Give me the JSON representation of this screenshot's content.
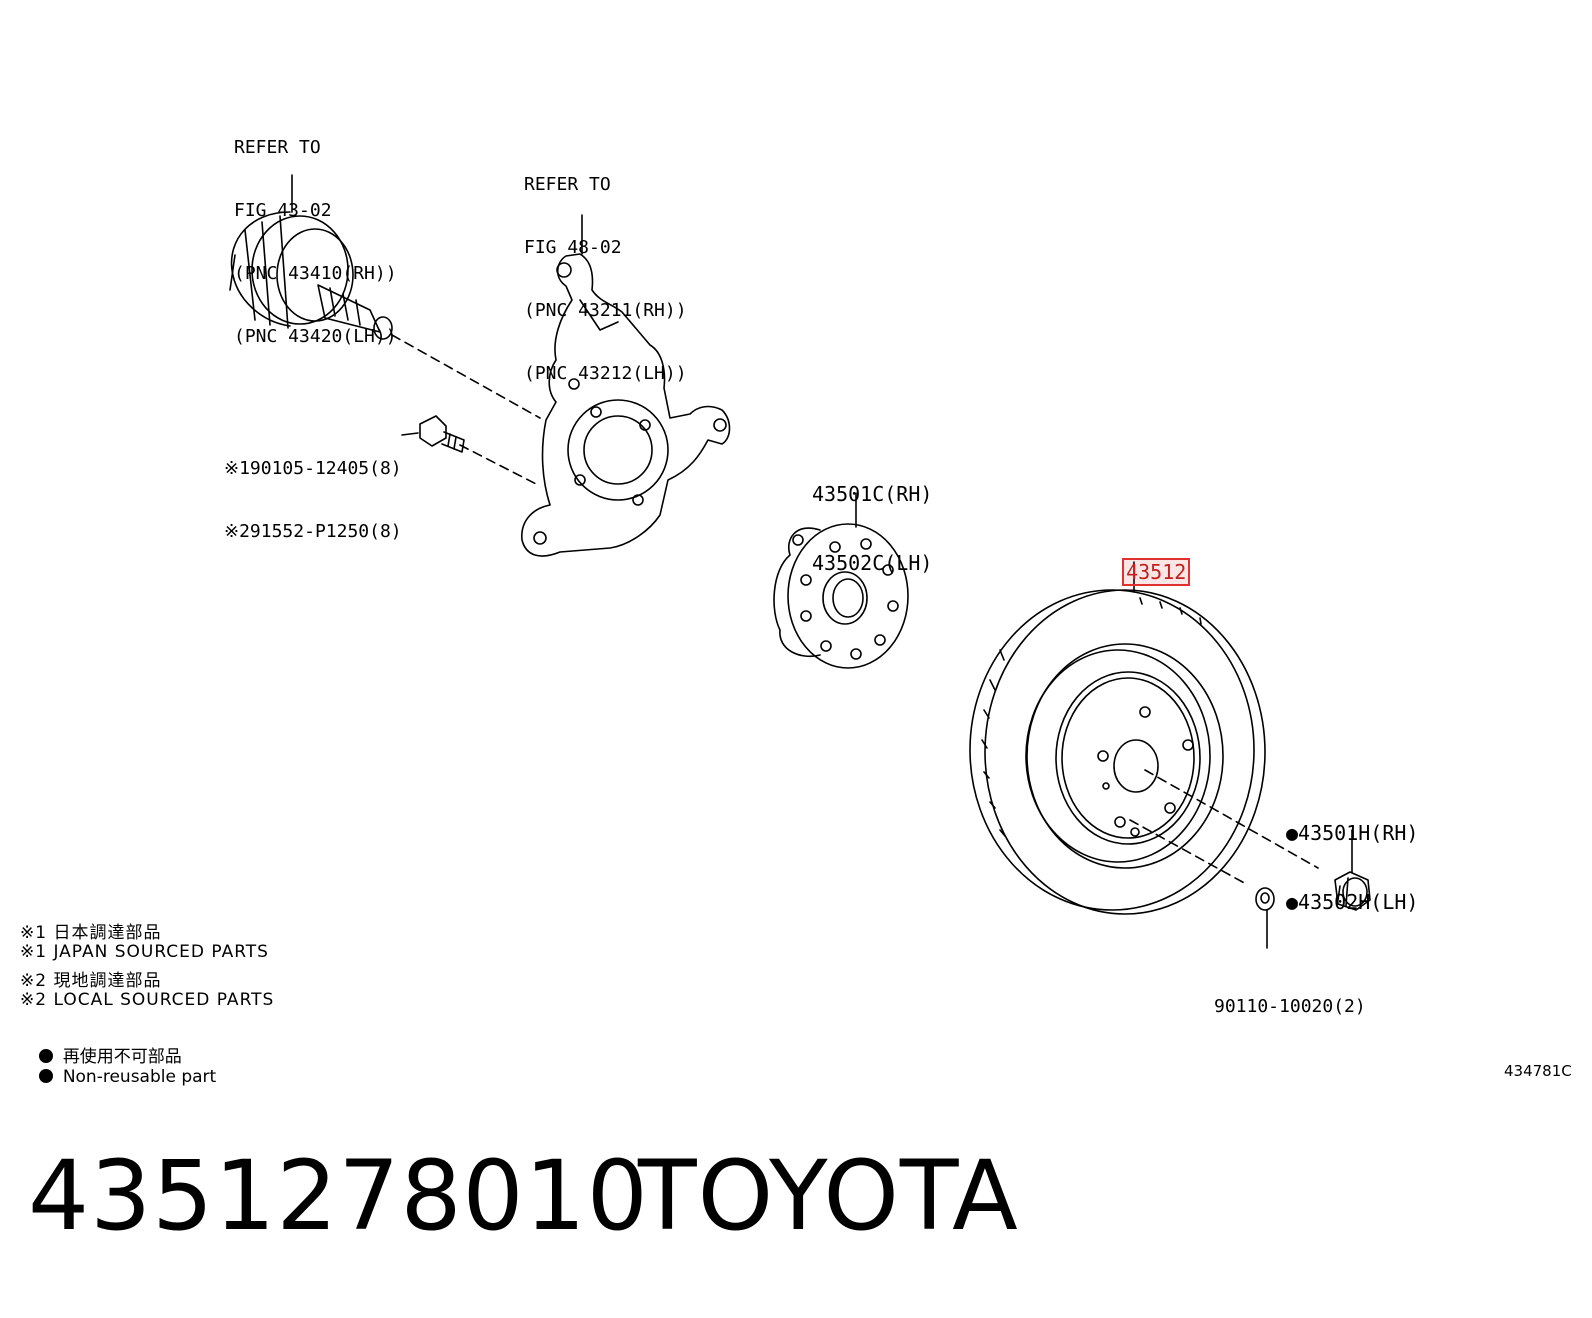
{
  "callouts": {
    "cv_joint_ref": [
      "REFER TO",
      "FIG 43-02",
      "(PNC 43410(RH))",
      "(PNC 43420(LH))"
    ],
    "knuckle_ref": [
      "REFER TO",
      "FIG 48-02",
      "(PNC 43211(RH))",
      "(PNC 43212(LH))"
    ],
    "bolt": [
      "※190105-12405(8)",
      "※291552-P1250(8)"
    ],
    "hub": [
      "43501C(RH)",
      "43502C(LH)"
    ],
    "disc": "43512",
    "nut": [
      "●43501H(RH)",
      "●43502H(LH)"
    ],
    "screw": "90110-10020(2)"
  },
  "legend": [
    "※1 日本調達部品",
    "※1 JAPAN SOURCED PARTS",
    "※2 現地調達部品",
    "※2 LOCAL SOURCED PARTS"
  ],
  "legend_dots": [
    "再使用不可部品",
    "Non-reusable part"
  ],
  "figure_id": "434781C",
  "footer": {
    "part_number": "4351278010",
    "brand": "TOYOTA"
  },
  "colors": {
    "line": "#000000",
    "highlight": "#e03030"
  }
}
